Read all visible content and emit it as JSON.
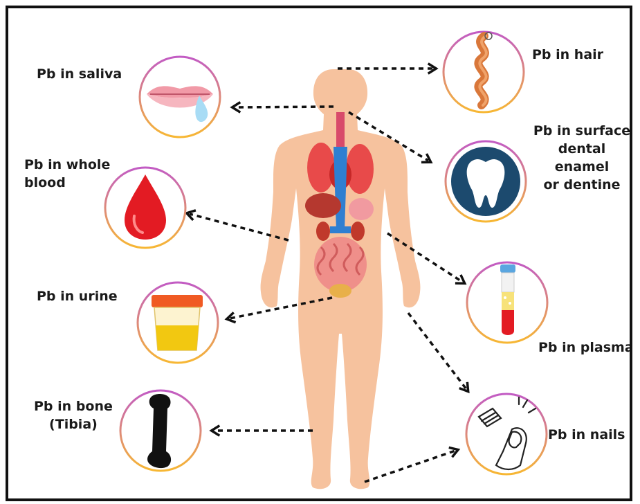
{
  "labels": {
    "saliva": "Pb in saliva",
    "hair": "Pb in hair",
    "dental_line1": "Pb in surface",
    "dental_line2": "dental enamel",
    "dental_line3": "or dentine",
    "blood_line1": "Pb in whole",
    "blood_line2": "blood",
    "urine": "Pb in urine",
    "plasma": "Pb in plasma",
    "bone_line1": "Pb in bone",
    "bone_line2": "(Tibia)",
    "nails": "Pb in nails"
  },
  "colors": {
    "ring_top": "#c25bc4",
    "ring_bottom": "#f7b733",
    "skin": "#f6c29e",
    "skin_shade": "#eeaa83",
    "arrow": "#111111",
    "blood": "#e31b23",
    "urine": "#f2c811",
    "urine_cap": "#f05a23",
    "tooth_bg": "#1c4a6e",
    "hair": "#d9773a"
  },
  "icons": {
    "saliva": "lips-drop-icon",
    "hair": "hair-strand-icon",
    "dental": "tooth-icon",
    "blood": "blood-drop-icon",
    "urine": "urine-cup-icon",
    "plasma": "test-tube-icon",
    "bone": "bone-icon",
    "nails": "fingernail-icon"
  }
}
